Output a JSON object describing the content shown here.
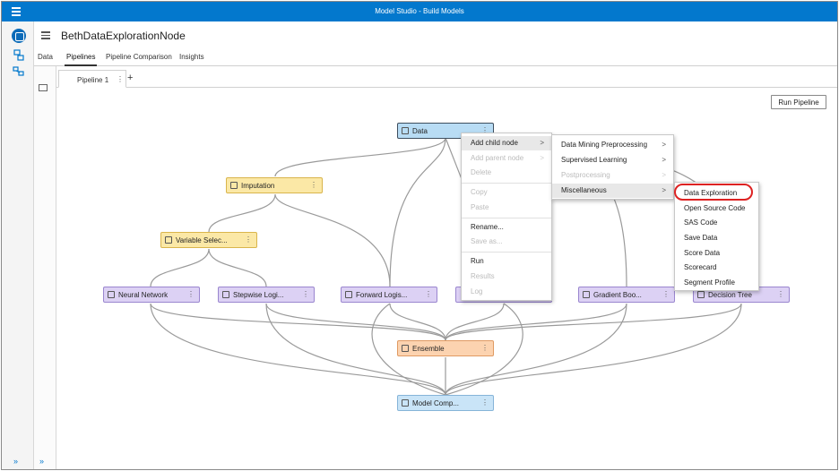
{
  "app": {
    "title": "Model Studio - Build Models"
  },
  "project": {
    "title": "BethDataExplorationNode"
  },
  "tabs": [
    "Data",
    "Pipelines",
    "Pipeline Comparison",
    "Insights"
  ],
  "pipeline_tab": {
    "label": "Pipeline 1",
    "add": "+"
  },
  "toolbar": {
    "run_pipeline": "Run Pipeline"
  },
  "nodes": {
    "data": "Data",
    "imputation": "Imputation",
    "varsel": "Variable Selec...",
    "nn": "Neural Network",
    "stepwise": "Stepwise Logi...",
    "forward": "Forward Logis...",
    "gb": "Gradient Boo...",
    "dt": "Decision Tree",
    "ensemble": "Ensemble",
    "modelcomp": "Model Comp..."
  },
  "context_menu": [
    {
      "label": "Add child node",
      "chevron": ">"
    },
    {
      "label": "Add parent node",
      "chevron": ">"
    },
    {
      "label": "Delete"
    },
    {
      "label": "Copy"
    },
    {
      "label": "Paste"
    },
    {
      "label": "Rename..."
    },
    {
      "label": "Save as..."
    },
    {
      "label": "Run"
    },
    {
      "label": "Results"
    },
    {
      "label": "Log"
    }
  ],
  "submenu": [
    {
      "label": "Data Mining Preprocessing",
      "chevron": ">"
    },
    {
      "label": "Supervised Learning",
      "chevron": ">"
    },
    {
      "label": "Postprocessing",
      "chevron": ">"
    },
    {
      "label": "Miscellaneous",
      "chevron": ">"
    }
  ],
  "misc_menu": [
    {
      "label": "Data Exploration"
    },
    {
      "label": "Open Source Code"
    },
    {
      "label": "SAS Code"
    },
    {
      "label": "Save Data"
    },
    {
      "label": "Score Data"
    },
    {
      "label": "Scorecard"
    },
    {
      "label": "Segment Profile"
    }
  ],
  "icons": {
    "kebab": "⋮",
    "expand": "»"
  },
  "colors": {
    "titlebar": "#0378cd",
    "highlight_circle": "#dd2222"
  }
}
